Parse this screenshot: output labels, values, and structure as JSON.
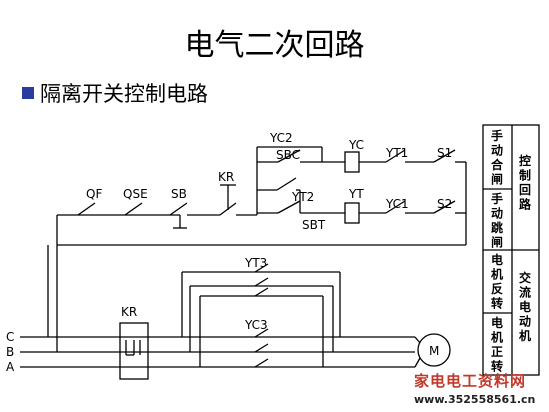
{
  "title": "电气二次回路",
  "subtitle": "隔离开关控制电路",
  "bus_labels": {
    "c": "C",
    "b": "B",
    "a": "A"
  },
  "components": {
    "qf": "QF",
    "qse": "QSE",
    "sb": "SB",
    "kr_top": "KR",
    "yc2": "YC2",
    "sbc": "SBC",
    "yc": "YC",
    "yt1": "YT1",
    "s1": "S1",
    "yt2": "YT2",
    "sbt": "SBT",
    "yt": "YT",
    "yc1": "YC1",
    "s2": "S2",
    "yt3": "YT3",
    "yc3": "YC3",
    "kr_bottom": "KR",
    "motor": "M"
  },
  "side_table": {
    "left": [
      "手动合闸",
      "手动跳闸",
      "电机反转",
      "电机正转"
    ],
    "right_top": "控制回路",
    "right_bottom": "交流电动机"
  },
  "watermark": {
    "cn": "家电电工资料网",
    "url": "www.352558561.cn"
  },
  "colors": {
    "bullet": "#2a3d9e",
    "watermark": "#c0392b",
    "line": "#000000"
  }
}
